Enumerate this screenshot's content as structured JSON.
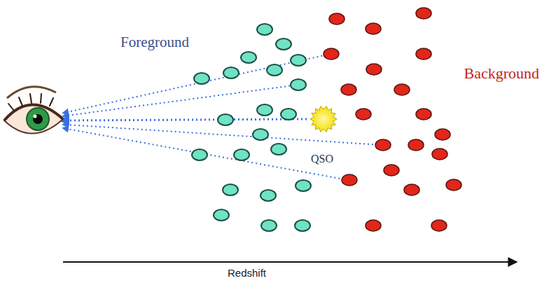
{
  "diagram": {
    "labels": [
      "Foreground",
      "Background",
      "QSO",
      "Redshift"
    ]
  }
}
